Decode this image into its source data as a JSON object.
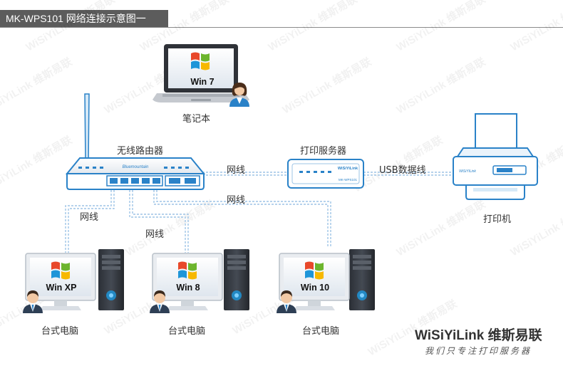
{
  "title": "MK-WPS101 网络连接示意图一",
  "watermark": "WiSiYiLink 维斯易联",
  "devices": {
    "laptop": {
      "os_label": "Win 7",
      "caption": "笔记本"
    },
    "router": {
      "caption": "无线路由器",
      "brand_text": "Bluemountain"
    },
    "print_server": {
      "caption": "打印服务器",
      "brand_text": "WiSiYiLink",
      "model_text": "MK-WPS101"
    },
    "printer": {
      "caption": "打印机",
      "brand_text": "WiSiYiLink"
    },
    "desktops": [
      {
        "os_label": "Win XP",
        "caption": "台式电脑"
      },
      {
        "os_label": "Win 8",
        "caption": "台式电脑"
      },
      {
        "os_label": "Win 10",
        "caption": "台式电脑"
      }
    ]
  },
  "links": {
    "router_to_server": "网线",
    "server_to_printer": "USB数据线",
    "router_to_pc3": "网线",
    "router_to_pc1": "网线",
    "router_to_pc2": "网线"
  },
  "brand": {
    "name": "WiSiYiLink 维斯易联",
    "slogan": "我们只专注打印服务器"
  },
  "colors": {
    "cable": "#9ec4e6",
    "device_blue": "#2a82c8",
    "title_bg": "#5c5c5c",
    "win_red": "#e8482a",
    "win_green": "#6cb52d",
    "win_blue": "#1e95d8",
    "win_yellow": "#f7b800"
  }
}
